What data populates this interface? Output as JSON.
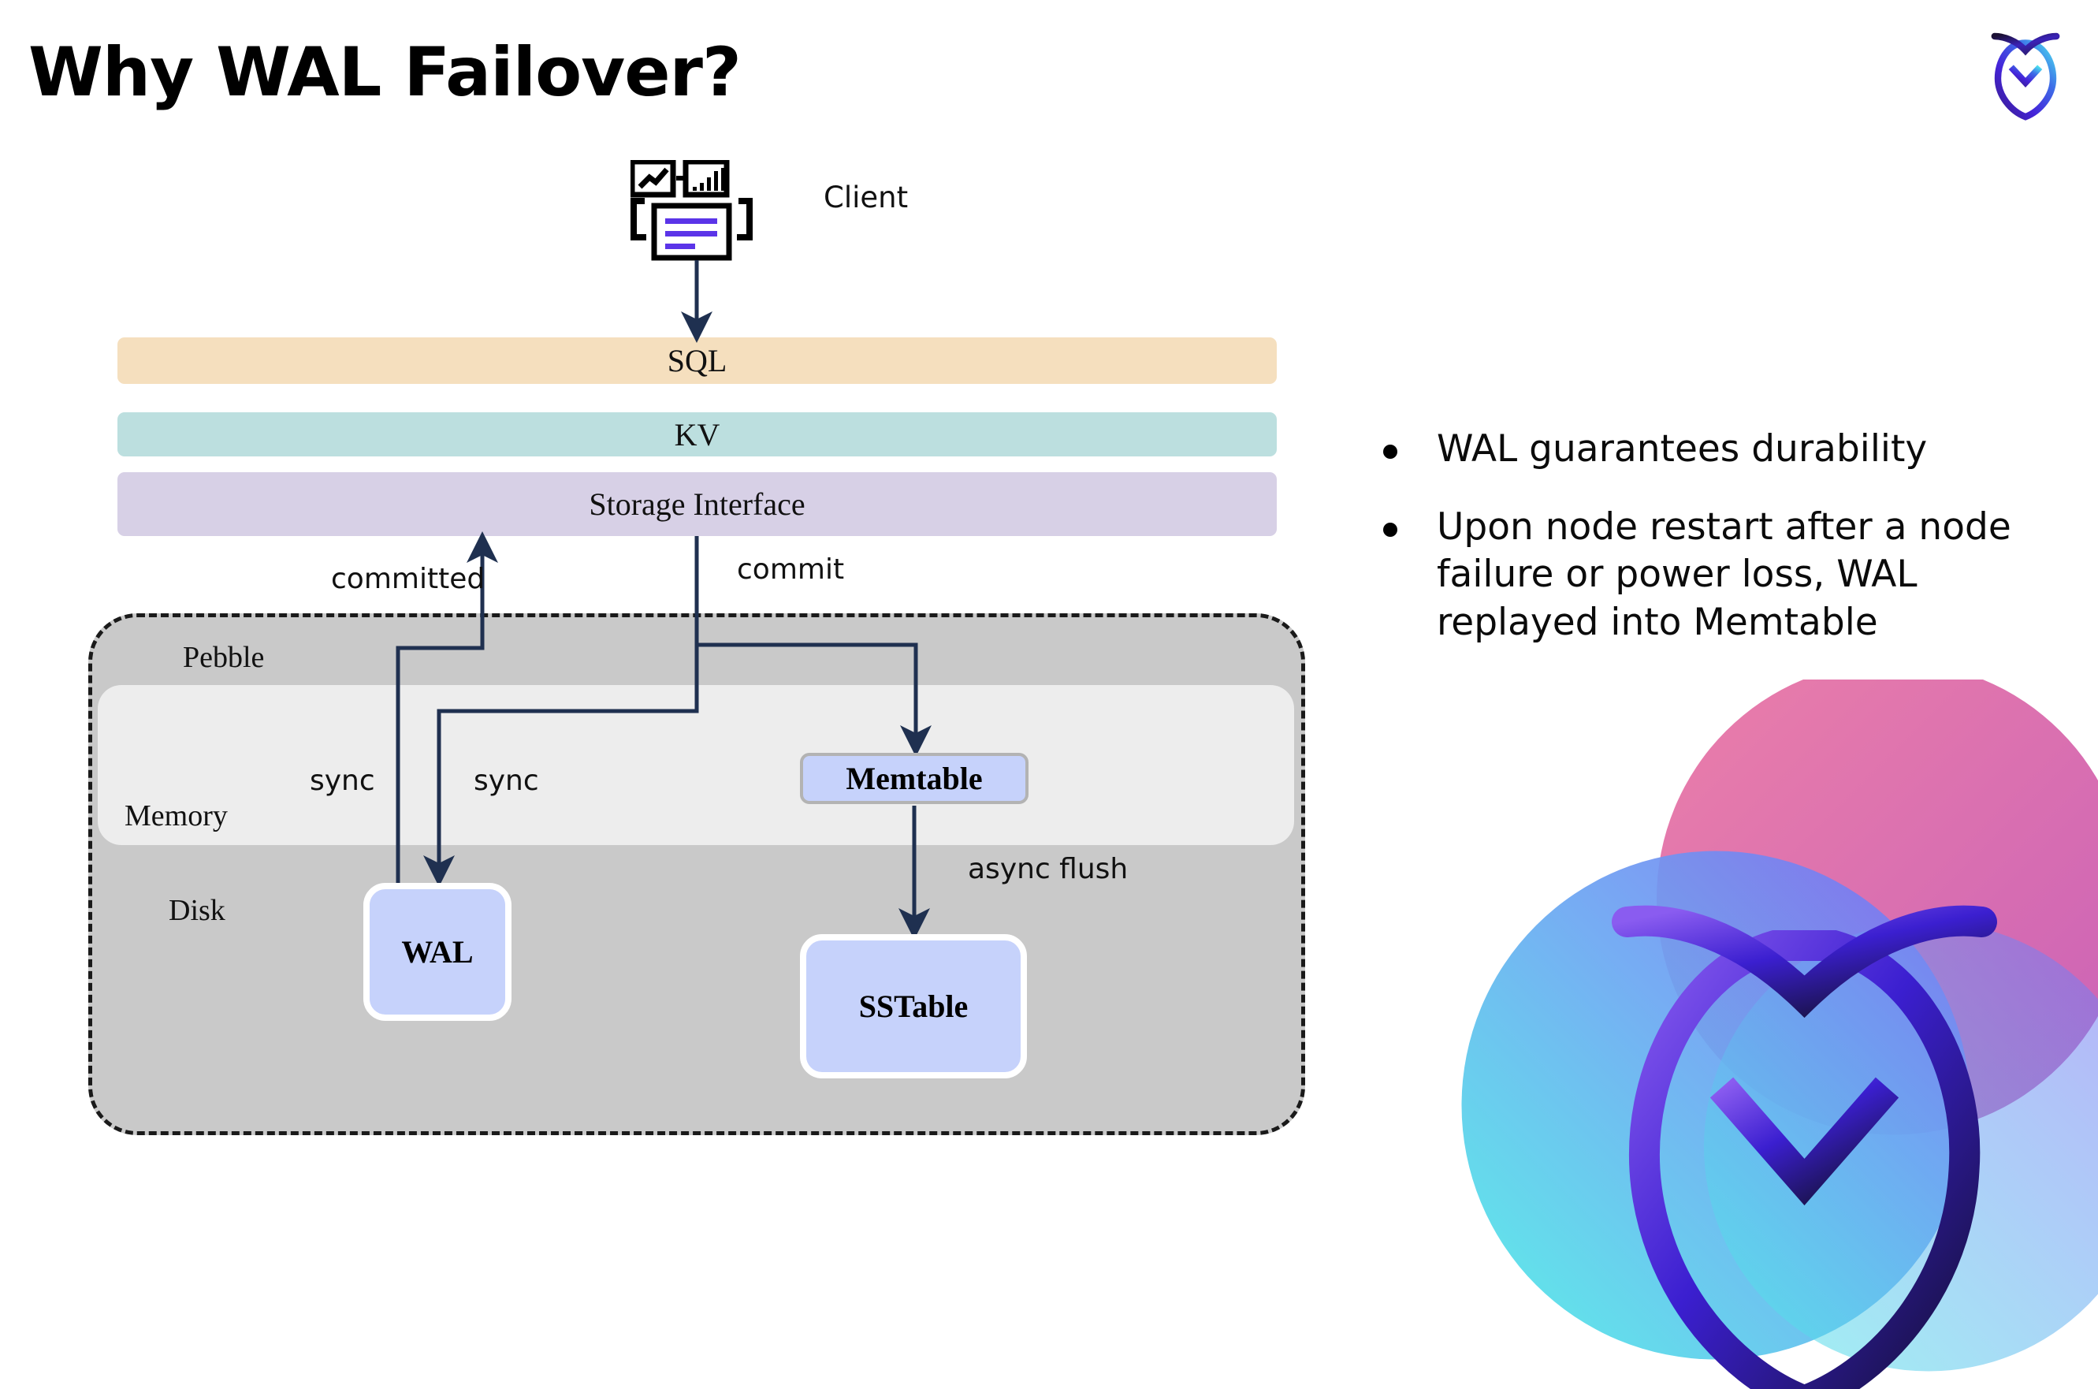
{
  "slide": {
    "title": "Why WAL Failover?"
  },
  "brand": {
    "logo_icon": "cockroach-leaf-logo-icon",
    "watermark_icon": "cockroach-leaf-watermark-icon",
    "gradient_start": "#2b1a6b",
    "gradient_mid": "#4b23d4",
    "gradient_end": "#39e3ed",
    "watermark_pink": "#e2669d",
    "watermark_magenta": "#c64fa8",
    "watermark_cyan": "#4fe8e0",
    "watermark_blue": "#5a8ef0"
  },
  "diagram": {
    "client": {
      "label": "Client",
      "icon": "client-dashboard-icon",
      "accent_color": "#5b34e8"
    },
    "stack": [
      {
        "id": "sql",
        "label": "SQL",
        "color": "#f5dfbe"
      },
      {
        "id": "kv",
        "label": "KV",
        "color": "#bcdfdf"
      },
      {
        "id": "storage",
        "label": "Storage Interface",
        "color": "#d7d0e6"
      }
    ],
    "pebble": {
      "label": "Pebble",
      "fill": "#c9c9c9",
      "border_color": "#1a1a1a",
      "memory": {
        "label": "Memory",
        "fill": "#ededed"
      },
      "disk": {
        "label": "Disk"
      }
    },
    "nodes": [
      {
        "id": "memtable",
        "label": "Memtable",
        "fill": "#c6d2fb",
        "border": "#b3b3b3"
      },
      {
        "id": "wal",
        "label": "WAL",
        "fill": "#c6d2fb",
        "border": "#ffffff"
      },
      {
        "id": "sstable",
        "label": "SSTable",
        "fill": "#c6d2fb",
        "border": "#ffffff"
      }
    ],
    "edges": [
      {
        "id": "committed",
        "label": "committed"
      },
      {
        "id": "commit",
        "label": "commit"
      },
      {
        "id": "sync-left",
        "label": "sync"
      },
      {
        "id": "sync-right",
        "label": "sync"
      },
      {
        "id": "async-flush",
        "label": "async flush"
      }
    ],
    "arrow_color": "#1f3050"
  },
  "bullets": [
    "WAL guarantees durability",
    "Upon node restart after a node failure or power loss, WAL replayed into Memtable"
  ]
}
